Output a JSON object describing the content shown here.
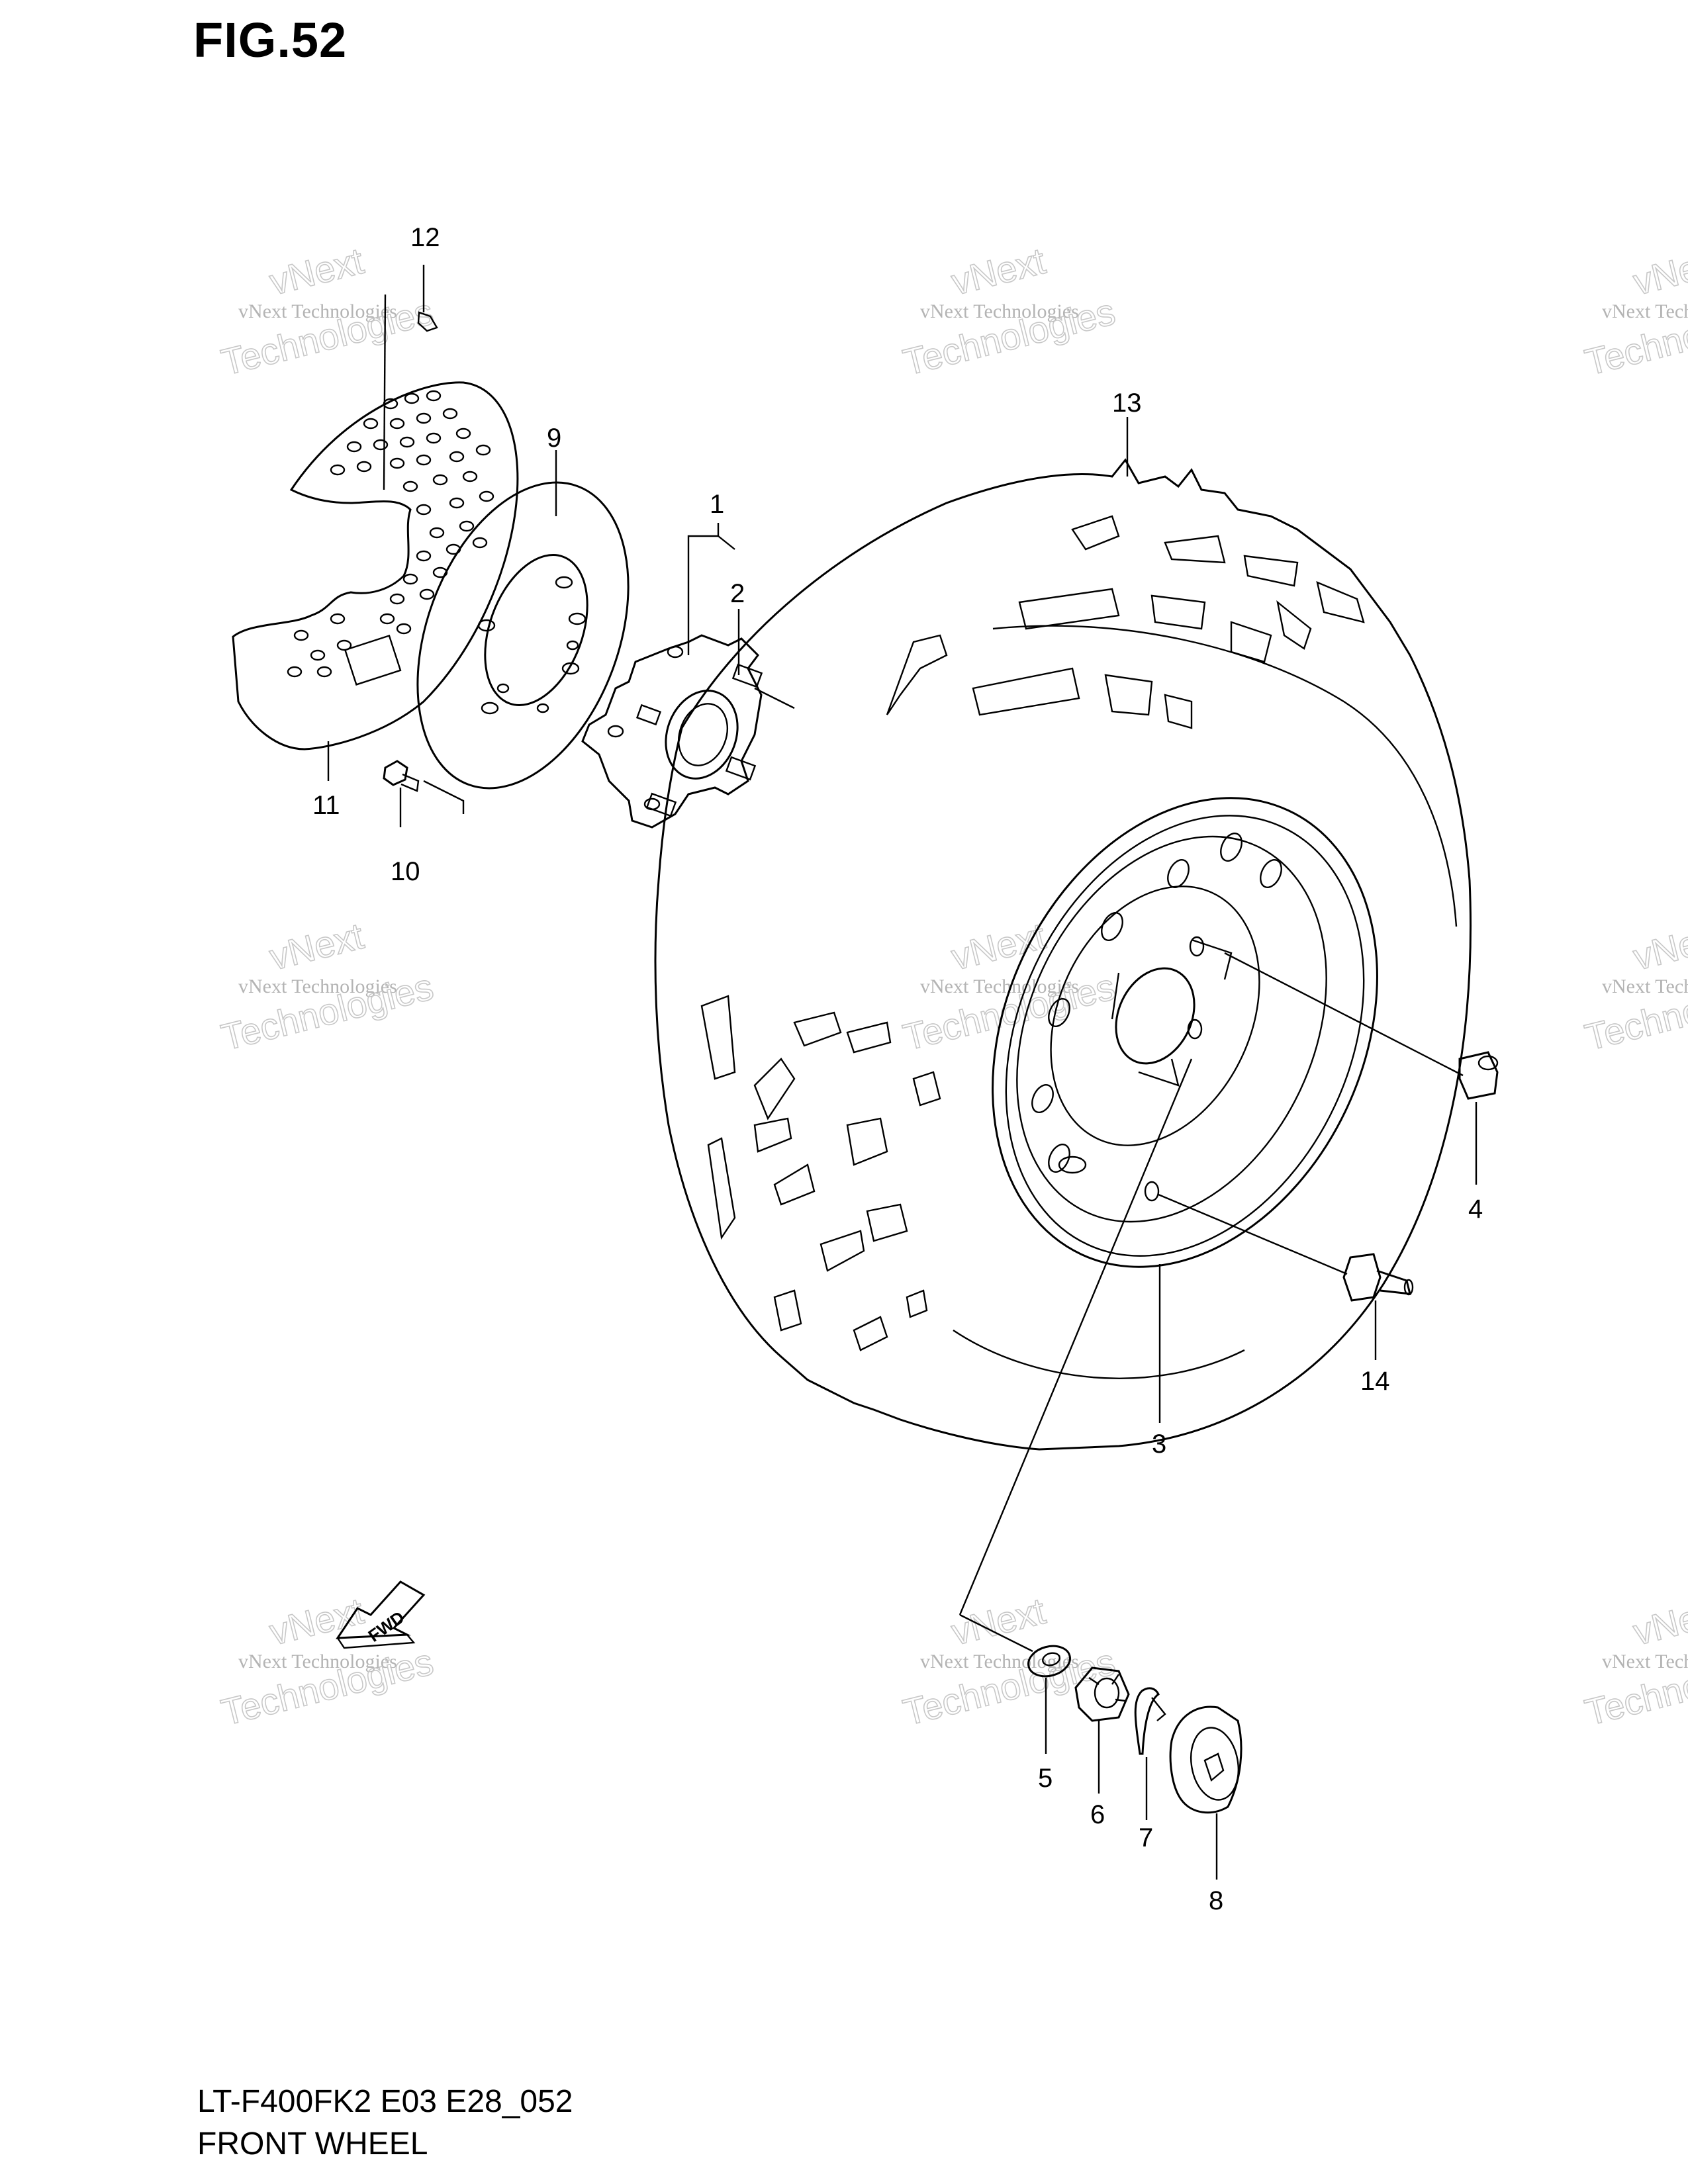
{
  "figure": {
    "title": "FIG.52",
    "model_code": "LT-F400FK2 E03 E28_052",
    "section": "FRONT WHEEL"
  },
  "watermark": {
    "line1": "vNext Technologies",
    "line2": "vNext",
    "line3": "Technologies"
  },
  "fwd_label": "FWD",
  "callouts": [
    {
      "id": "1",
      "label": "1"
    },
    {
      "id": "2",
      "label": "2"
    },
    {
      "id": "3",
      "label": "3"
    },
    {
      "id": "4",
      "label": "4"
    },
    {
      "id": "5",
      "label": "5"
    },
    {
      "id": "6",
      "label": "6"
    },
    {
      "id": "7",
      "label": "7"
    },
    {
      "id": "8",
      "label": "8"
    },
    {
      "id": "9",
      "label": "9"
    },
    {
      "id": "10",
      "label": "10"
    },
    {
      "id": "11",
      "label": "11"
    },
    {
      "id": "12",
      "label": "12"
    },
    {
      "id": "13",
      "label": "13"
    },
    {
      "id": "14",
      "label": "14"
    }
  ]
}
